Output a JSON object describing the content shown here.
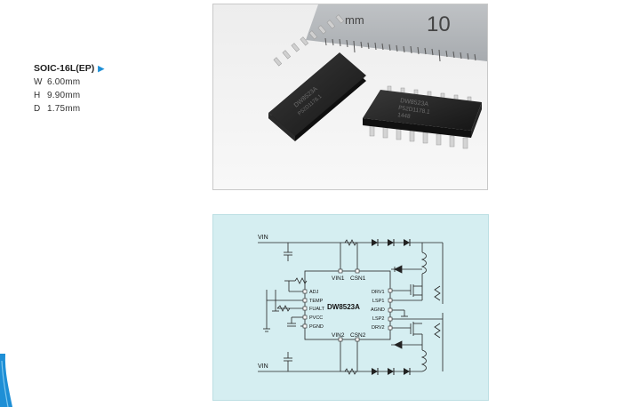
{
  "package": {
    "name": "SOIC-16L(EP)",
    "arrow_icon": "play-triangle-icon",
    "dims": [
      {
        "key": "W",
        "value": "6.00",
        "unit": "mm"
      },
      {
        "key": "H",
        "value": "9.90",
        "unit": "mm"
      },
      {
        "key": "D",
        "value": "1.75",
        "unit": "mm"
      }
    ]
  },
  "photo": {
    "ruler_unit": "mm",
    "ruler_number": "10",
    "chip_marking_lines": [
      "DW8523A",
      "P52D1178.1",
      "1448"
    ]
  },
  "diagram": {
    "chip_name": "DW8523A",
    "vin_labels": [
      "VIN",
      "VIN"
    ],
    "top_pins": [
      "VIN1",
      "CSN1"
    ],
    "bottom_pins": [
      "VIN2",
      "CSN2"
    ],
    "left_pins": [
      "ADJ",
      "TEMP",
      "FUALT",
      "PVCC",
      "PGND"
    ],
    "right_pins": [
      "DRV1",
      "LSP1",
      "AGND",
      "LSP2",
      "DRV2"
    ]
  },
  "colors": {
    "accent": "#1e8fd6",
    "diagram_bg": "#d5eef1",
    "ic_body": "#1d1d1d"
  }
}
